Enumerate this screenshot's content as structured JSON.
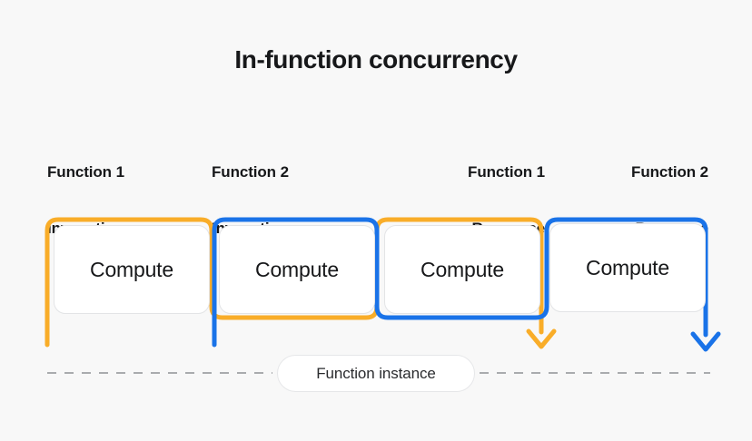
{
  "page": {
    "background_color": "#f8f8f8",
    "title": "In-function concurrency"
  },
  "theme": {
    "orange": "#f9ad29",
    "blue": "#1a73e8",
    "card_background": "#ffffff",
    "card_border": "#e3e4e6",
    "text_color": "#17181a",
    "dashed_line_color": "#a9abae"
  },
  "labels": [
    {
      "name": "function-1-invocation",
      "line1": "Function 1",
      "line2": "Invocation",
      "align": "left",
      "accent": "#f9ad29"
    },
    {
      "name": "function-2-invocation",
      "line1": "Function 2",
      "line2": "Invocation",
      "align": "left",
      "accent": "#1a73e8"
    },
    {
      "name": "function-1-response",
      "line1": "Function 1",
      "line2": "Response",
      "align": "right",
      "accent": "#f9ad29"
    },
    {
      "name": "function-2-response",
      "line1": "Function 2",
      "line2": "Response",
      "align": "right",
      "accent": "#1a73e8"
    }
  ],
  "compute_blocks": [
    {
      "name": "compute-block-1",
      "label": "Compute"
    },
    {
      "name": "compute-block-2",
      "label": "Compute"
    },
    {
      "name": "compute-block-3",
      "label": "Compute"
    },
    {
      "name": "compute-block-4",
      "label": "Compute"
    }
  ],
  "instance": {
    "label": "Function instance"
  },
  "flows": [
    {
      "name": "function-1-flow",
      "color": "#f9ad29",
      "description": "Orange bracket: starts at Function 1 invocation, spans Compute 1 top, drops between blocks 1 and 2, runs under block 2, rises over block 3, ends with a downward arrow at Function 1 Response."
    },
    {
      "name": "function-2-flow",
      "color": "#1a73e8",
      "description": "Blue bracket: starts at Function 2 invocation, spans Compute 2 top, drops between blocks 2 and 3, runs under block 3, rises over block 4, ends with a downward arrow at Function 2 Response."
    }
  ]
}
